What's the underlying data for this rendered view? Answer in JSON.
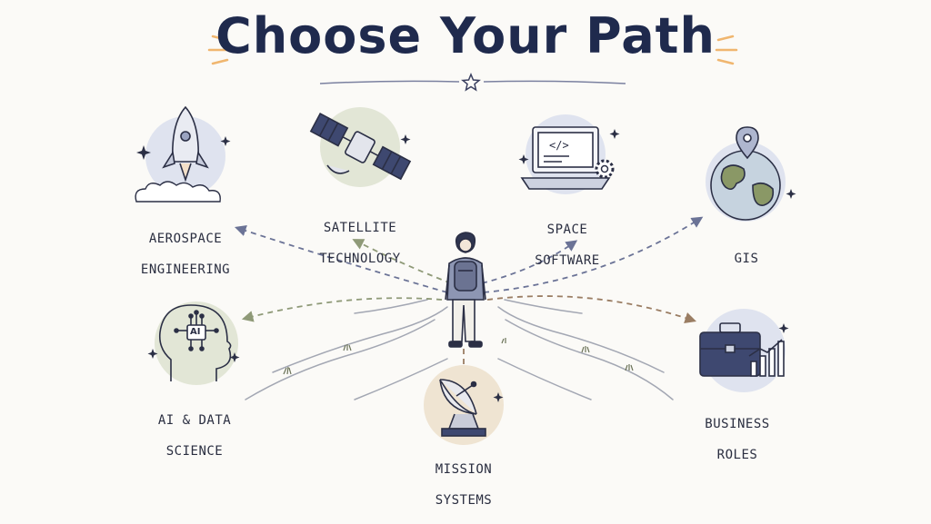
{
  "title": "Choose Your Path",
  "paths": [
    {
      "id": "aerospace",
      "label_lines": [
        "AEROSPACE",
        "ENGINEERING"
      ],
      "icon": "rocket-icon"
    },
    {
      "id": "satellite",
      "label_lines": [
        "SATELLITE",
        "TECHNOLOGY"
      ],
      "icon": "satellite-icon"
    },
    {
      "id": "software",
      "label_lines": [
        "SPACE",
        "SOFTWARE"
      ],
      "icon": "laptop-code-icon"
    },
    {
      "id": "gis",
      "label_lines": [
        "GIS"
      ],
      "icon": "globe-pin-icon"
    },
    {
      "id": "ai",
      "label_lines": [
        "AI & DATA",
        "SCIENCE"
      ],
      "icon": "ai-head-icon",
      "chip_text": "AI"
    },
    {
      "id": "mission",
      "label_lines": [
        "MISSION",
        "SYSTEMS"
      ],
      "icon": "satellite-dish-icon"
    },
    {
      "id": "business",
      "label_lines": [
        "BUSINESS",
        "ROLES"
      ],
      "icon": "briefcase-chart-icon"
    }
  ],
  "colors": {
    "title": "#1f2a4d",
    "ink": "#2b2f45",
    "arrow_blue": "#6b7396",
    "arrow_green": "#8f9a78",
    "arrow_brown": "#9a7d63",
    "circle_blue": "#dfe3ef",
    "circle_green": "#e2e6d6",
    "circle_tan": "#efe4d2",
    "sparkle": "#f0b66f"
  }
}
